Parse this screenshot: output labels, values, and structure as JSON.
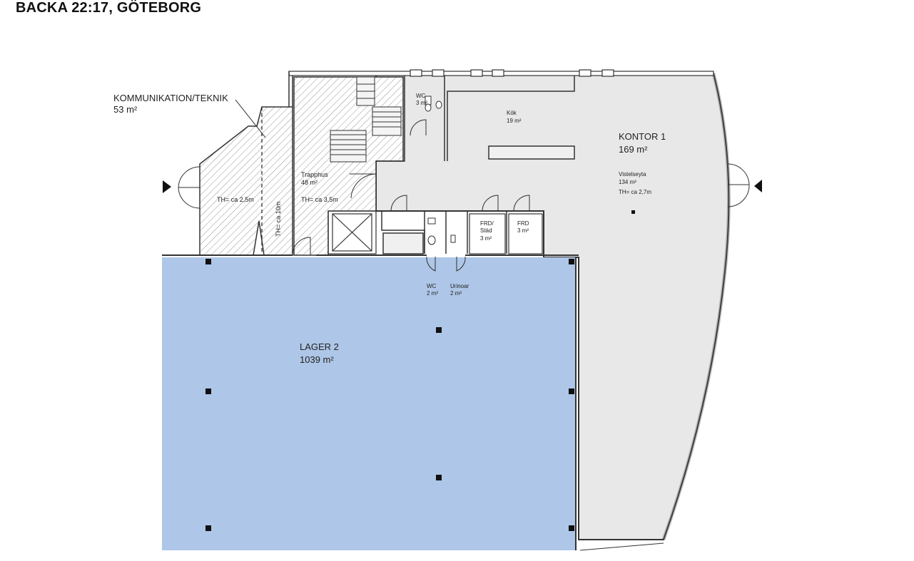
{
  "title": "BACKA 22:17, GÖTEBORG",
  "colors": {
    "lager_fill": "#aec6e7",
    "kontor_fill": "#e8e8e8",
    "wall": "#333333",
    "hatch": "#8a8a8a"
  },
  "rooms": {
    "kommunikation": {
      "name": "KOMMUNIKATION/TEKNIK",
      "area": "53 m²"
    },
    "trapphus": {
      "name": "Trapphus",
      "area": "48 m²",
      "th": "TH= ca 3,5m"
    },
    "th_left": "TH= ca 2,5m",
    "th_vertical": "TH= ca 10m",
    "wc_top": {
      "name": "WC",
      "area": "3 m²"
    },
    "kok": {
      "name": "Kök",
      "area": "19 m²"
    },
    "kontor": {
      "name": "KONTOR 1",
      "area": "169 m²",
      "sub_name": "Vistelseyta",
      "sub_area": "134 m²",
      "th": "TH= ca 2,7m"
    },
    "frd_stad": {
      "line1": "FRD/",
      "line2": "Städ",
      "area": "3 m²"
    },
    "frd": {
      "name": "FRD",
      "area": "3 m²"
    },
    "wc_bottom": {
      "name": "WC",
      "area": "2 m²"
    },
    "urinoar": {
      "name": "Urinoar",
      "area": "2 m²"
    },
    "lager": {
      "name": "LAGER 2",
      "area": "1039 m²"
    }
  }
}
